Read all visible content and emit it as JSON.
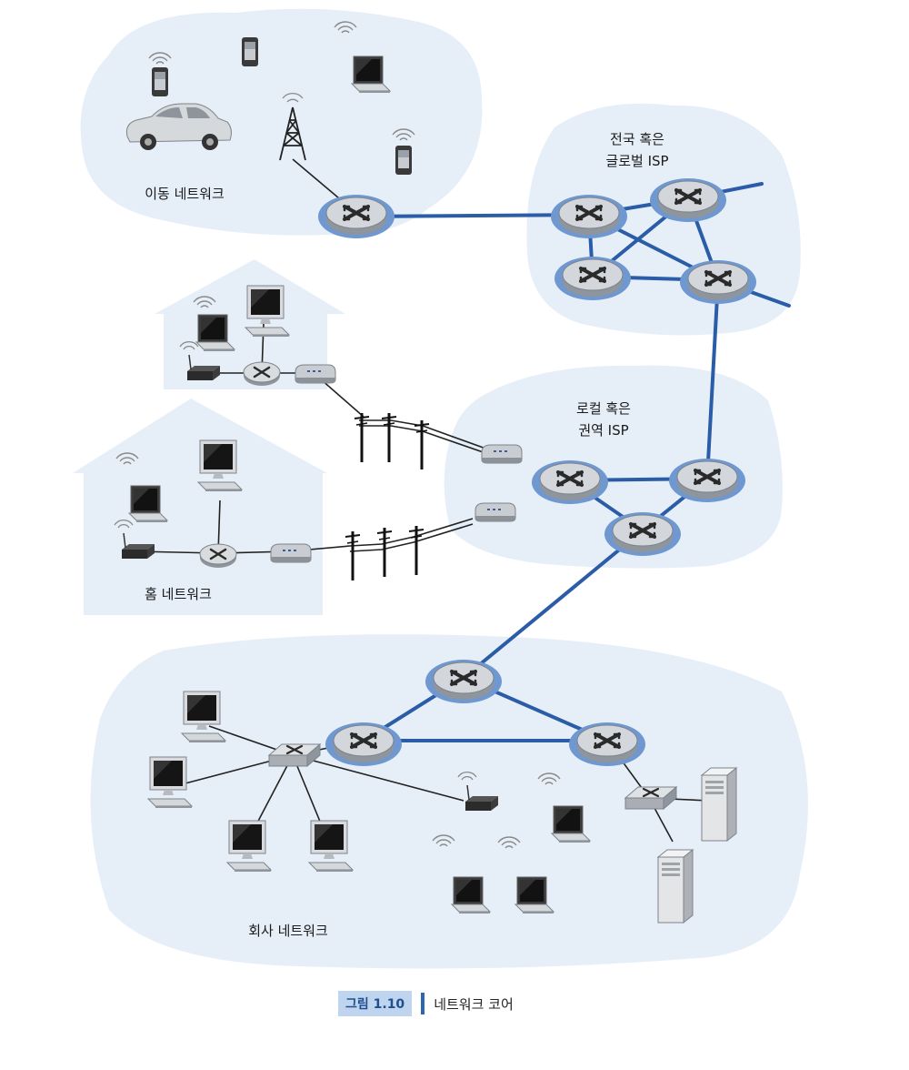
{
  "labels": {
    "mobile_network": "이동 네트워크",
    "global_isp_line1": "전국 혹은",
    "global_isp_line2": "글로벌 ISP",
    "regional_isp_line1": "로컬 혹은",
    "regional_isp_line2": "권역 ISP",
    "home_network": "홈 네트워크",
    "enterprise_network": "회사 네트워크"
  },
  "caption": {
    "number": "그림 1.10",
    "title": "네트워크 코어"
  },
  "colors": {
    "cloud": "#e6eff8",
    "core_link": "#2b5ca8",
    "router_halo": "#6f97d0",
    "router_body": "#cdd1d6",
    "access_link": "#222222",
    "caption_accent": "#2f66b3"
  }
}
